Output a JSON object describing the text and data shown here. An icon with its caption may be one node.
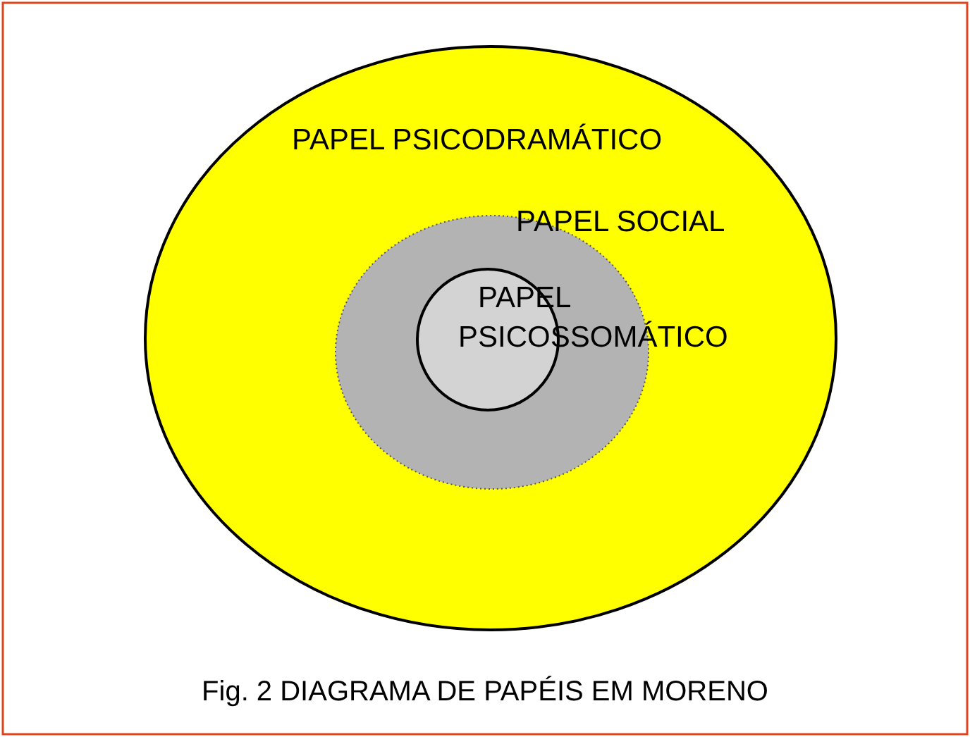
{
  "diagram": {
    "caption": "Fig. 2 DIAGRAMA DE PAPÉIS EM MORENO",
    "nodes": [
      {
        "text": [
          "PAPEL PSICODRAMÁTICO"
        ]
      },
      {
        "text": [
          "PAPEL SOCIAL"
        ],
        "in": 0
      },
      {
        "text": [
          "PAPEL PSICOSSOMÁTICO"
        ],
        "in": 1
      }
    ]
  }
}
